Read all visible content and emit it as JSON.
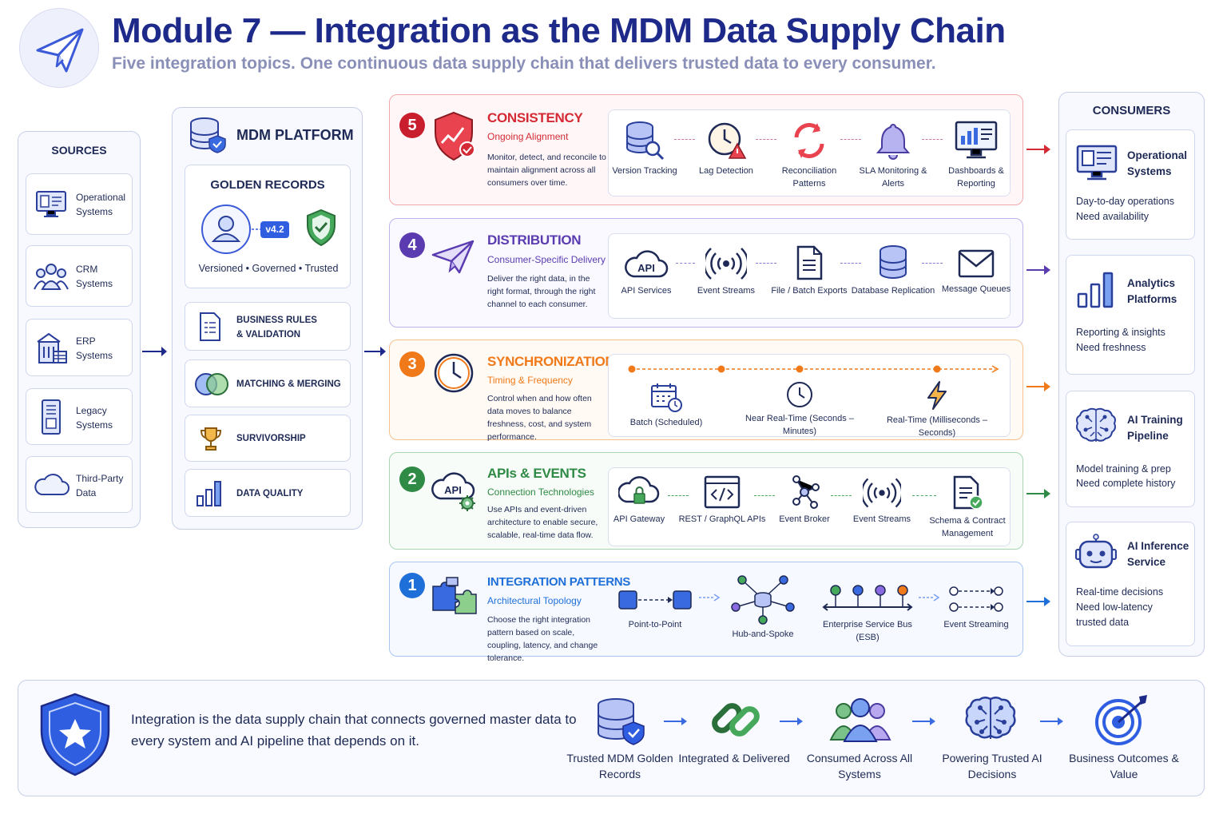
{
  "header": {
    "title": "Module 7 — Integration as the MDM Data Supply Chain",
    "subtitle": "Five integration topics. One continuous data supply chain that delivers trusted data to every consumer."
  },
  "sources": {
    "heading": "SOURCES",
    "items": [
      {
        "label": "Operational Systems",
        "icon": "monitor-icon"
      },
      {
        "label": "CRM Systems",
        "icon": "people-icon"
      },
      {
        "label": "ERP Systems",
        "icon": "building-icon"
      },
      {
        "label": "Legacy Systems",
        "icon": "server-icon"
      },
      {
        "label": "Third-Party Data",
        "icon": "cloud-icon"
      }
    ]
  },
  "platform": {
    "heading": "MDM PLATFORM",
    "golden_heading": "GOLDEN RECORDS",
    "version_badge": "v4.2",
    "golden_caption": "Versioned • Governed • Trusted",
    "items": [
      {
        "label": "BUSINESS RULES & VALIDATION",
        "icon": "document-icon"
      },
      {
        "label": "MATCHING & MERGING",
        "icon": "venn-icon"
      },
      {
        "label": "SURVIVORSHIP",
        "icon": "trophy-icon"
      },
      {
        "label": "DATA QUALITY",
        "icon": "bar-chart-icon"
      }
    ]
  },
  "bands": [
    {
      "number": "5",
      "title": "CONSISTENCY",
      "subtitle": "Ongoing Alignment",
      "description": "Monitor, detect, and reconcile to maintain alignment across all consumers over time.",
      "color": "#d42a35",
      "steps": [
        "Version Tracking",
        "Lag Detection",
        "Reconciliation Patterns",
        "SLA Monitoring & Alerts",
        "Dashboards & Reporting"
      ]
    },
    {
      "number": "4",
      "title": "DISTRIBUTION",
      "subtitle": "Consumer-Specific Delivery",
      "description": "Deliver the right data, in the right format, through the right channel to each consumer.",
      "color": "#5a3cb0",
      "steps": [
        "API Services",
        "Event Streams",
        "File / Batch Exports",
        "Database Replication",
        "Message Queues"
      ]
    },
    {
      "number": "3",
      "title": "SYNCHRONIZATION",
      "subtitle": "Timing & Frequency",
      "description": "Control when and how often data moves to balance freshness, cost, and system performance.",
      "color": "#f07a1a",
      "steps": [
        "Batch (Scheduled)",
        "Near Real-Time (Seconds – Minutes)",
        "Real-Time (Milliseconds – Seconds)"
      ]
    },
    {
      "number": "2",
      "title": "APIs & EVENTS",
      "subtitle": "Connection Technologies",
      "description": "Use APIs and event-driven architecture to enable secure, scalable, real-time data flow.",
      "color": "#2e8a44",
      "steps": [
        "API Gateway",
        "REST / GraphQL APIs",
        "Event Broker",
        "Event Streams",
        "Schema & Contract Management"
      ]
    },
    {
      "number": "1",
      "title": "INTEGRATION PATTERNS",
      "subtitle": "Architectural Topology",
      "description": "Choose the right integration pattern based on scale, coupling, latency, and change tolerance.",
      "color": "#1e6fd8",
      "steps": [
        "Point-to-Point",
        "Hub-and-Spoke",
        "Enterprise Service Bus (ESB)",
        "Event Streaming"
      ]
    }
  ],
  "icon_labels": {
    "api": "API"
  },
  "consumers": {
    "heading": "CONSUMERS",
    "items": [
      {
        "title": "Operational Systems",
        "desc": [
          "Day-to-day operations",
          "Need availability"
        ]
      },
      {
        "title": "Analytics Platforms",
        "desc": [
          "Reporting & insights",
          "Need freshness"
        ]
      },
      {
        "title": "AI Training Pipeline",
        "desc": [
          "Model training & prep",
          "Need complete history"
        ]
      },
      {
        "title": "AI Inference Service",
        "desc": [
          "Real-time decisions",
          "Need low-latency",
          "trusted data"
        ]
      }
    ]
  },
  "footer": {
    "statement": "Integration is the data supply chain that connects governed master data to every system and AI pipeline that depends on it.",
    "chain": [
      "Trusted MDM Golden Records",
      "Integrated & Delivered",
      "Consumed Across All Systems",
      "Powering Trusted AI Decisions",
      "Business Outcomes & Value"
    ]
  },
  "colors": {
    "navy": "#1e2a8a",
    "consistency": "#d42a35",
    "distribution": "#5a3cb0",
    "synchronization": "#f07a1a",
    "apis": "#2e8a44",
    "patterns": "#1e6fd8"
  }
}
